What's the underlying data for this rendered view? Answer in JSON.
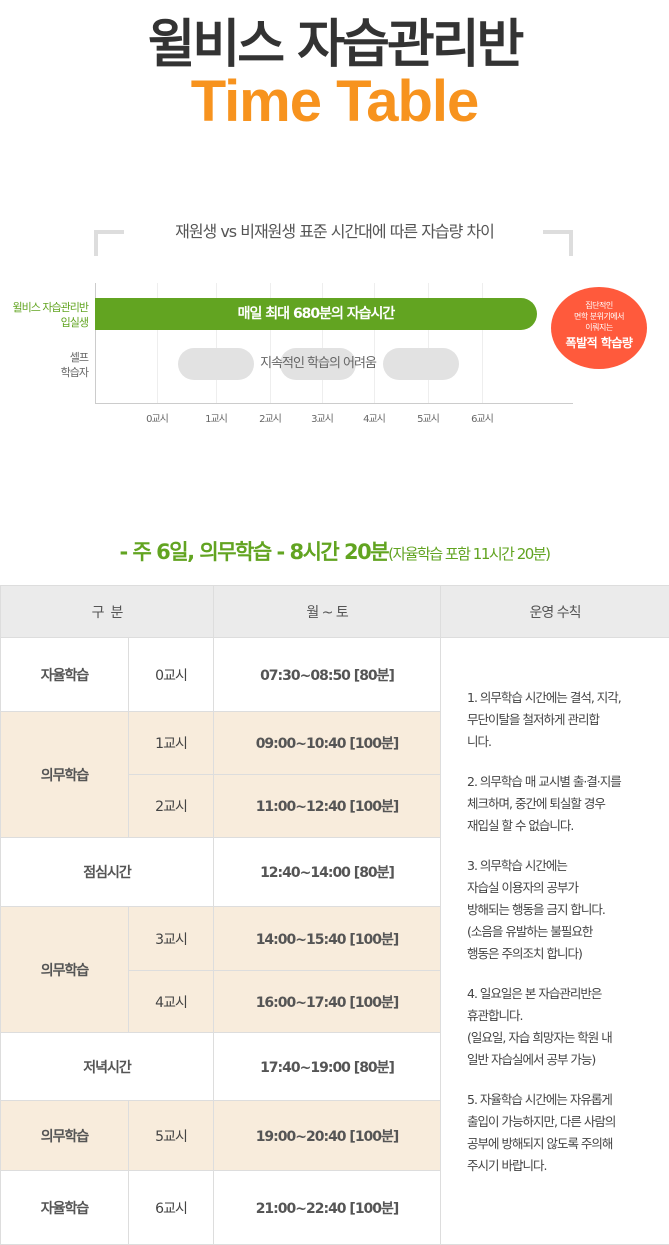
{
  "header": {
    "title": "윌비스 자습관리반",
    "subtitle": "Time Table"
  },
  "chart_data": {
    "type": "bar",
    "title": "재원생 vs 비재원생 표준 시간대에 따른 자습량 차이",
    "categories": [
      "윌비스 자습관리반 입실생",
      "셀프 학습자"
    ],
    "x_ticks": [
      "0교시",
      "1교시",
      "2교시",
      "3교시",
      "4교시",
      "5교시",
      "6교시"
    ],
    "bar_label": "매일 최대 680분의 자습시간",
    "self_label": "지속적인 학습의 어려움",
    "row_label_1": "윌비스 자습관리반",
    "row_label_2": "입실생",
    "row_label_3": "셀프",
    "row_label_4": "학습자",
    "callout": {
      "line1": "집단적인",
      "line2": "면학 분위기에서",
      "line3": "이뤄지는",
      "emph": "폭발적 학습량"
    },
    "colors": {
      "bar": "#62a421",
      "callout": "#ff5a3c",
      "pill": "#e2e2e2"
    }
  },
  "summary": {
    "main": "- 주 6일, 의무학습 - 8시간 20분",
    "sub": "(자율학습 포함 11시간 20분)"
  },
  "table": {
    "headers": [
      "구  분",
      "월 ~ 토",
      "운영 수칙"
    ],
    "rows": [
      {
        "cat": "자율학습",
        "period": "0교시",
        "time": "07:30~08:50  [80분]"
      },
      {
        "cat": "의무학습",
        "period": "1교시",
        "time": "09:00~10:40  [100분]"
      },
      {
        "period": "2교시",
        "time": "11:00~12:40 [100분]"
      },
      {
        "cat": "점심시간",
        "time": "12:40~14:00  [80분]"
      },
      {
        "cat": "의무학습",
        "period": "3교시",
        "time": "14:00~15:40  [100분]"
      },
      {
        "period": "4교시",
        "time": "16:00~17:40 [100분]"
      },
      {
        "cat": "저녁시간",
        "time": "17:40~19:00  [80분]"
      },
      {
        "cat": "의무학습",
        "period": "5교시",
        "time": "19:00~20:40  [100분]"
      },
      {
        "cat": "자율학습",
        "period": "6교시",
        "time": "21:00~22:40  [100분]"
      }
    ],
    "rules": [
      "1. 의무학습 시간에는 결석, 지각,\n   무단이탈을 철저하게 관리합\n   니다.",
      "2. 의무학습 매 교시별 출·결·지를\n    체크하며, 중간에 퇴실할 경우\n    재입실 할 수 없습니다.",
      "3. 의무학습 시간에는\n     자습실 이용자의 공부가\n     방해되는 행동을 금지 합니다.\n   (소음을 유발하는 불필요한\n    행동은 주의조치 합니다)",
      "4. 일요일은 본 자습관리반은\n    휴관합니다.\n    (일요일, 자습 희망자는 학원 내\n    일반 자습실에서 공부 가능)",
      "5. 자율학습 시간에는 자유롭게\n    출입이 가능하지만, 다른 사람의\n    공부에 방해되지 않도록 주의해\n    주시기 바랍니다."
    ]
  }
}
